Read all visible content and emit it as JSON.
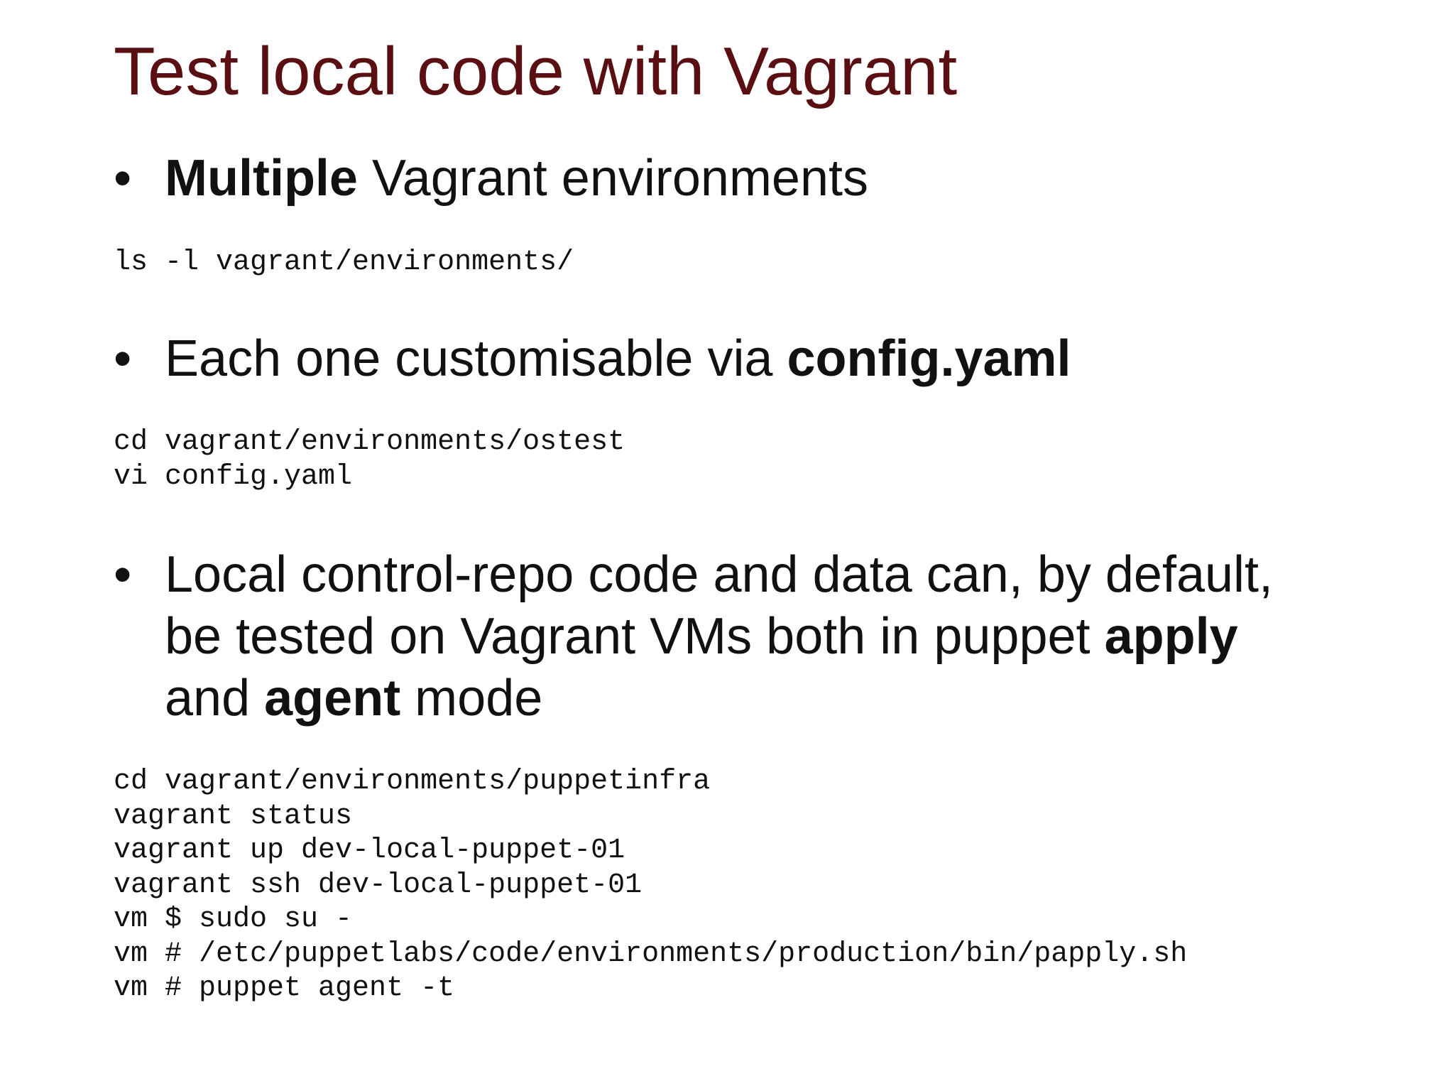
{
  "slide": {
    "title": "Test local code with Vagrant",
    "bullet_glyph": "•",
    "bullets": [
      {
        "parts": [
          {
            "text": "Multiple",
            "bold": true
          },
          {
            "text": " Vagrant environments",
            "bold": false
          }
        ],
        "code": [
          "ls -l vagrant/environments/"
        ]
      },
      {
        "parts": [
          {
            "text": "Each one customisable via ",
            "bold": false
          },
          {
            "text": "config.yaml",
            "bold": true
          }
        ],
        "code": [
          "cd vagrant/environments/ostest",
          "vi config.yaml"
        ]
      },
      {
        "parts": [
          {
            "text": "Local control-repo code and data can, by default,",
            "bold": false
          },
          {
            "text": "be tested on Vagrant VMs both in puppet ",
            "bold": false
          },
          {
            "text": "apply",
            "bold": true
          },
          {
            "text": "and ",
            "bold": false
          },
          {
            "text": "agent",
            "bold": true
          },
          {
            "text": " mode",
            "bold": false
          }
        ],
        "code": [
          "cd vagrant/environments/puppetinfra",
          "vagrant status",
          "vagrant up dev-local-puppet-01",
          "vagrant ssh dev-local-puppet-01",
          "vm $ sudo su -",
          "vm # /etc/puppetlabs/code/environments/production/bin/papply.sh",
          "vm # puppet agent -t"
        ]
      }
    ],
    "colors": {
      "title": "#5a0f12",
      "text": "#111111",
      "background": "#ffffff"
    }
  }
}
